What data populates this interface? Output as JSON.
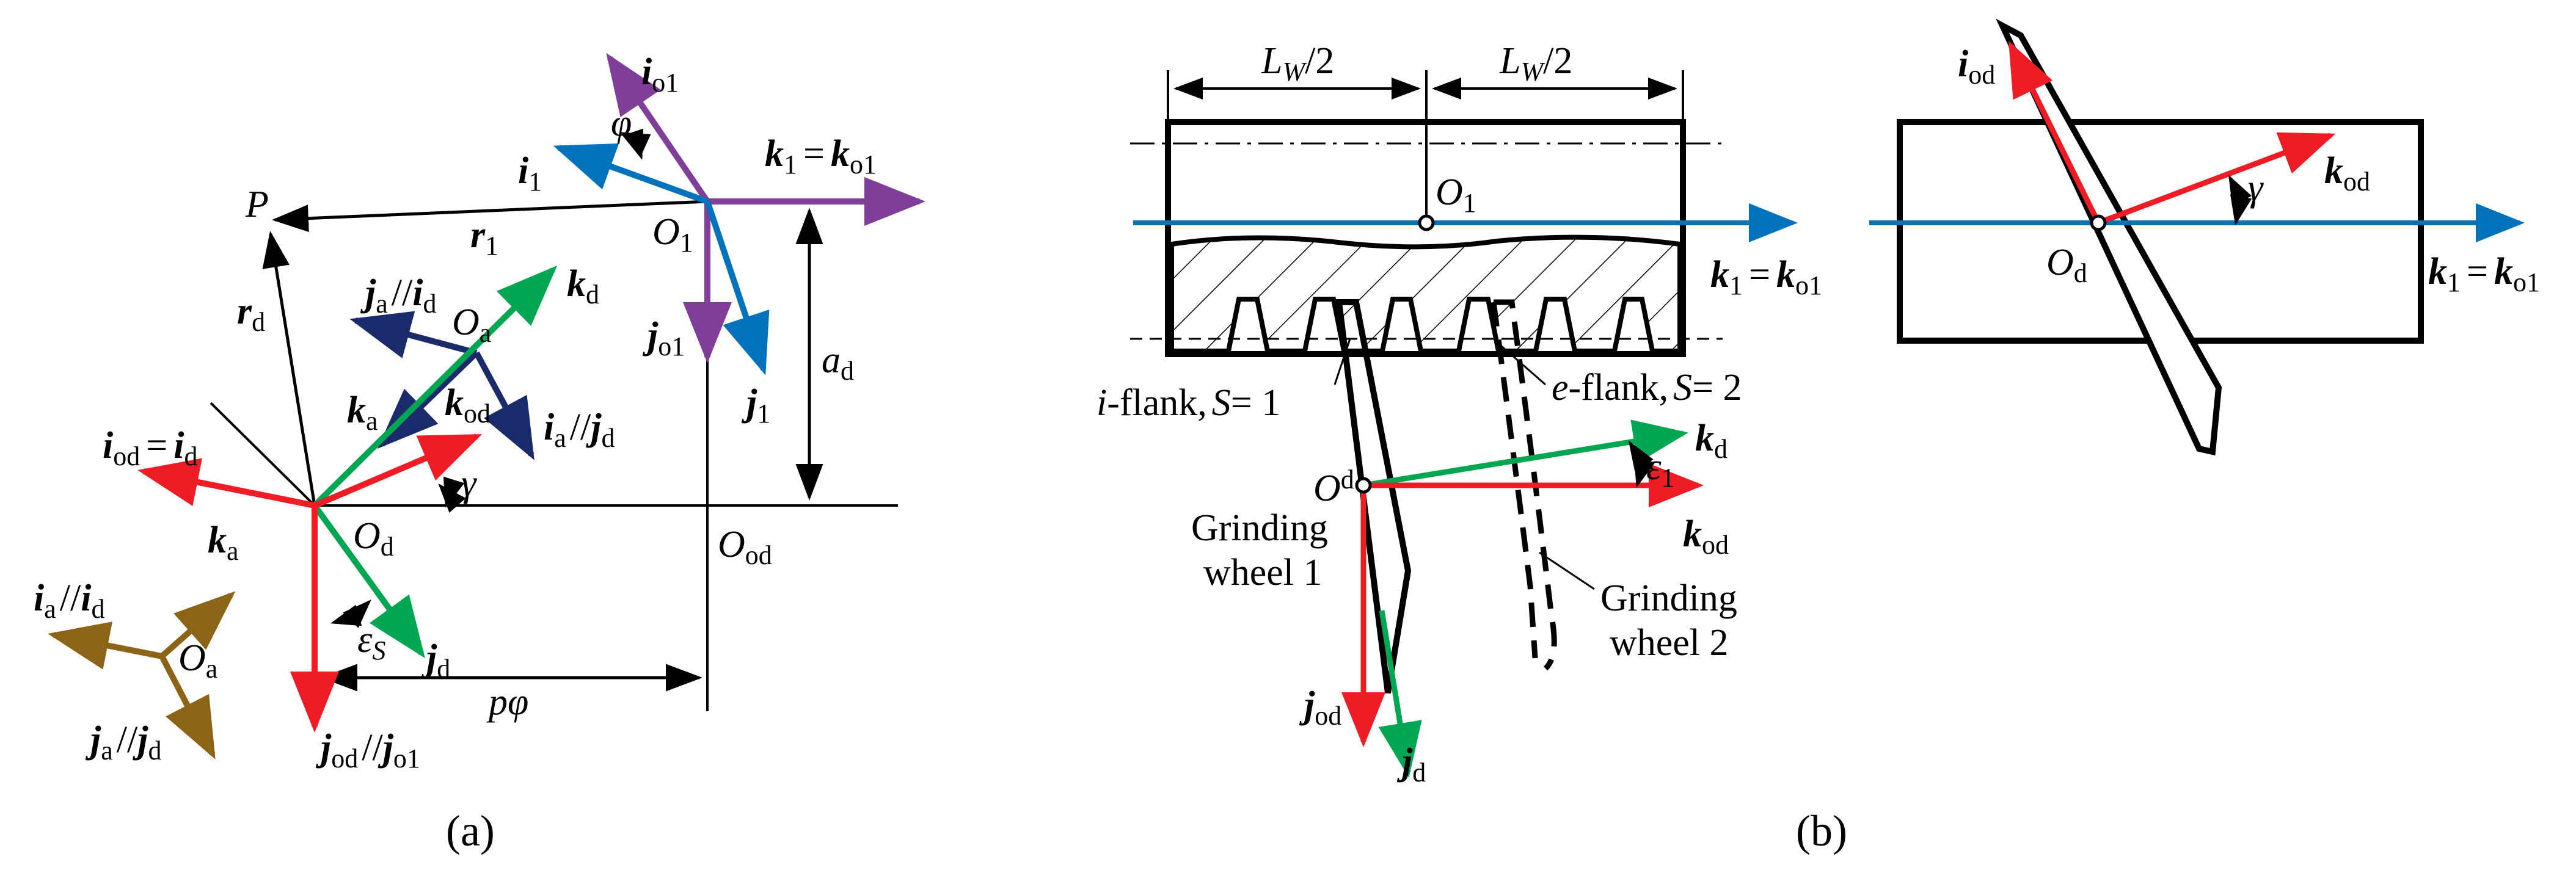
{
  "colors": {
    "red": "#ee1c24",
    "green": "#00a651",
    "blue": "#0072bc",
    "purple": "#7f3f98",
    "navy": "#1b2a6b",
    "brown": "#8c6418",
    "black": "#000000"
  },
  "panel_a": {
    "caption": "(a)",
    "point_P": "P",
    "r1": "r",
    "r1_sub": "1",
    "rd": "r",
    "rd_sub": "d",
    "O1": "O",
    "O1_sub": "1",
    "Oa": "O",
    "Oa_sub": "a",
    "Od": "O",
    "Od_sub": "d",
    "Ood": "O",
    "Ood_sub": "od",
    "io1": "i",
    "io1_sub": "o1",
    "i1": "i",
    "i1_sub": "1",
    "phi": "φ",
    "k1_eq_ko1": "k",
    "k1_sub": "1",
    "eq": "=",
    "ko1": "k",
    "ko1_sub": "o1",
    "ja_i": "j",
    "ja_sub": "a",
    "par": "//",
    "id_after": "i",
    "id_sub": "d",
    "kd": "k",
    "kd_sub": "d",
    "jo1": "j",
    "jo1_sub": "o1",
    "j1": "j",
    "j1_sub": "1",
    "ad": "a",
    "ad_sub": "d",
    "ka": "k",
    "ka_sub": "a",
    "kod": "k",
    "kod_sub": "od",
    "ia": "i",
    "ia_sub": "a",
    "jd": "j",
    "jd_sub": "d",
    "iod": "i",
    "iod_sub": "od",
    "gamma": "γ",
    "eps": "ε",
    "eps_sub": "S",
    "jod": "j",
    "jod_sub": "od",
    "pphi": "pφ"
  },
  "panel_b": {
    "caption": "(b)",
    "LW": "L",
    "LW_sub": "W",
    "half": "/2",
    "O1": "O",
    "O1_sub": "1",
    "k1": "k",
    "k1_sub": "1",
    "eq": "=",
    "ko1": "k",
    "ko1_sub": "o1",
    "iflank_i": "i",
    "iflank_rest": "-flank,",
    "S1": "S",
    "S1_val": "= 1",
    "eflank_e": "e",
    "eflank_rest": "-flank,",
    "S2": "S",
    "S2_val": "= 2",
    "kd": "k",
    "kd_sub": "d",
    "eps": "ε",
    "eps_sub": "1",
    "Od": "O",
    "Od_sub": "d",
    "kod": "k",
    "kod_sub": "od",
    "gw1_l1": "Grinding",
    "gw1_l2": "wheel 1",
    "gw2_l1": "Grinding",
    "gw2_l2": "wheel 2",
    "jod": "j",
    "jod_sub": "od",
    "jd": "j",
    "jd_sub": "d"
  },
  "panel_c": {
    "iod": "i",
    "iod_sub": "od",
    "kod": "k",
    "kod_sub": "od",
    "gamma": "γ",
    "Od": "O",
    "Od_sub": "d",
    "k1": "k",
    "k1_sub": "1",
    "eq": "=",
    "ko1": "k",
    "ko1_sub": "o1"
  }
}
